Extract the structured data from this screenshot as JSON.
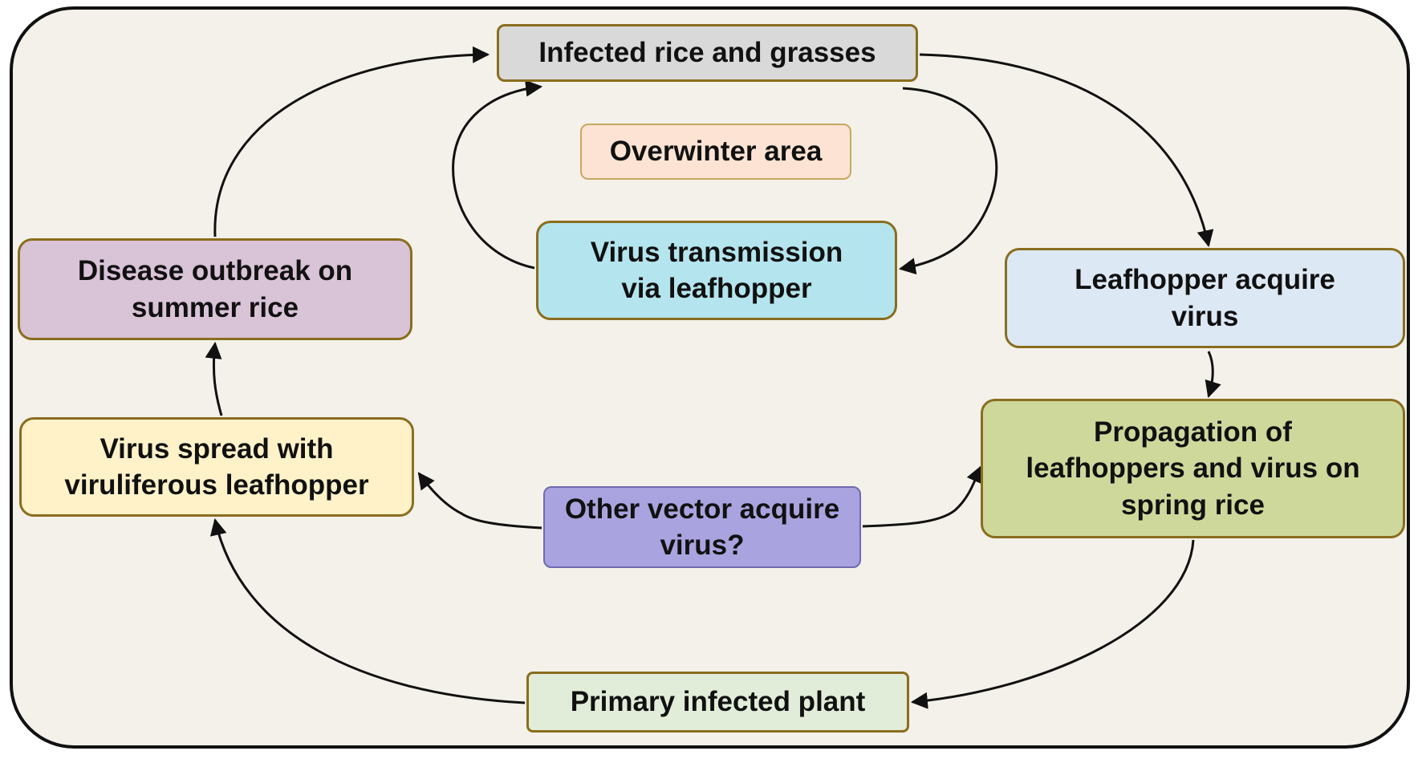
{
  "diagram": {
    "nodes": {
      "infected_rice": "Infected rice and grasses",
      "overwinter": "Overwinter area",
      "virus_transmission": "Virus transmission\nvia leafhopper",
      "leafhopper_acquire": "Leafhopper acquire\nvirus",
      "disease_outbreak": "Disease outbreak on\nsummer rice",
      "virus_spread": "Virus spread with\nviruliferous leafhopper",
      "propagation": "Propagation of\nleafhoppers and virus on\nspring  rice",
      "other_vector": "Other vector acquire\nvirus?",
      "primary_infected": "Primary infected plant"
    },
    "edges": [
      {
        "from": "infected_rice",
        "to": "leafhopper_acquire"
      },
      {
        "from": "infected_rice",
        "to": "virus_transmission"
      },
      {
        "from": "virus_transmission",
        "to": "infected_rice"
      },
      {
        "from": "leafhopper_acquire",
        "to": "propagation"
      },
      {
        "from": "propagation",
        "to": "primary_infected"
      },
      {
        "from": "primary_infected",
        "to": "virus_spread"
      },
      {
        "from": "other_vector",
        "to": "virus_spread"
      },
      {
        "from": "other_vector",
        "to": "propagation"
      },
      {
        "from": "virus_spread",
        "to": "disease_outbreak"
      },
      {
        "from": "disease_outbreak",
        "to": "infected_rice"
      }
    ],
    "colors": {
      "frame_fill": "#f4f1ea",
      "frame_border": "#111111",
      "node_border": "#8a6d1e",
      "infected_rice": "#d9d9d9",
      "overwinter": "#fce3d3",
      "virus_transmission": "#b4e5ee",
      "leafhopper_acquire": "#dde8f5",
      "disease_outbreak": "#d9c3d7",
      "virus_spread": "#fff2c9",
      "propagation": "#cfd89b",
      "other_vector": "#a9a4df",
      "primary_infected": "#e1edd8"
    }
  }
}
